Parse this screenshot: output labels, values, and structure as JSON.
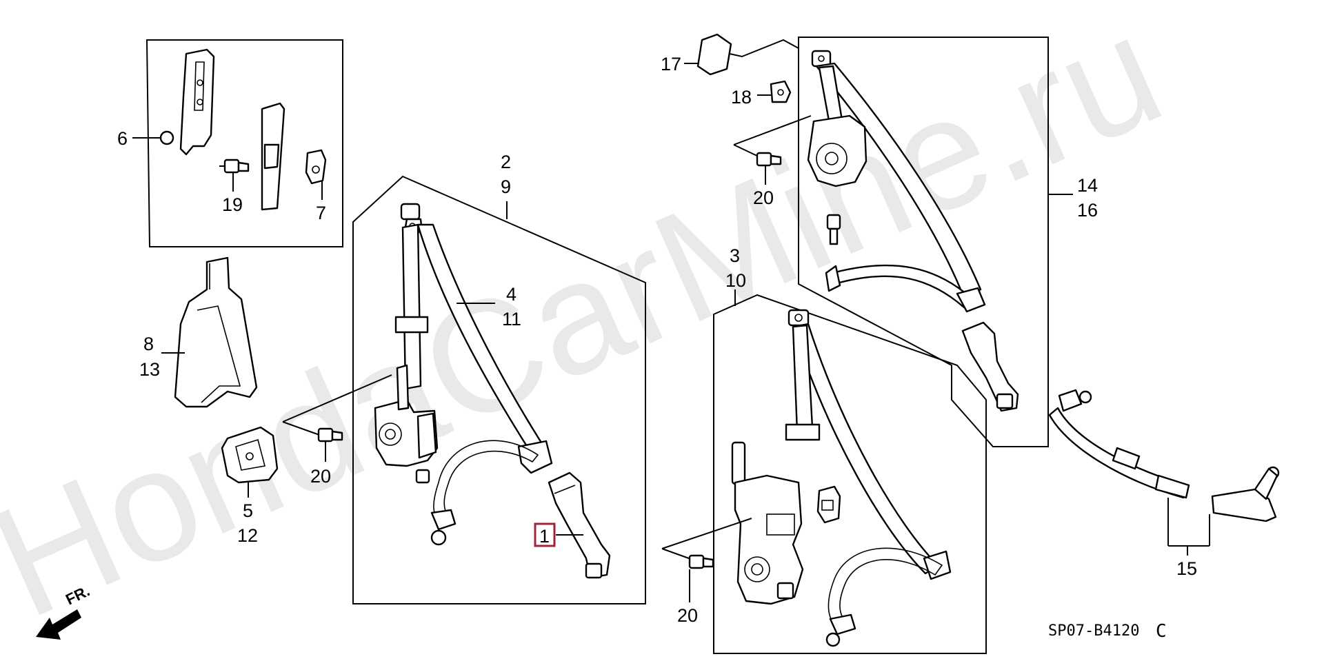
{
  "diagram": {
    "watermark": "HondaCarMine.ru",
    "diagram_code": "SP07-B4120",
    "diagram_code_suffix": "C",
    "direction_label": "FR.",
    "highlight_color": "#a0233a",
    "labels": {
      "p1": "1",
      "p2": "2",
      "p3": "3",
      "p4": "4",
      "p5": "5",
      "p6": "6",
      "p7": "7",
      "p8": "8",
      "p9": "9",
      "p10": "10",
      "p11": "11",
      "p12": "12",
      "p13": "13",
      "p14": "14",
      "p15": "15",
      "p16": "16",
      "p17": "17",
      "p18": "18",
      "p19": "19",
      "p20a": "20",
      "p20b": "20",
      "p20c": "20"
    }
  }
}
